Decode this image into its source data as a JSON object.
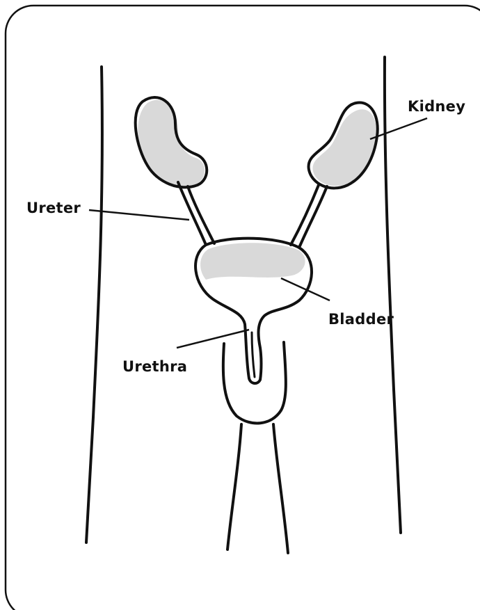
{
  "labels": {
    "kidney": "Kidney",
    "ureter": "Ureter",
    "bladder": "Bladder",
    "urethra": "Urethra"
  },
  "colors": {
    "stroke": "#111111",
    "shadow": "#d9d9d9",
    "background": "#ffffff"
  }
}
